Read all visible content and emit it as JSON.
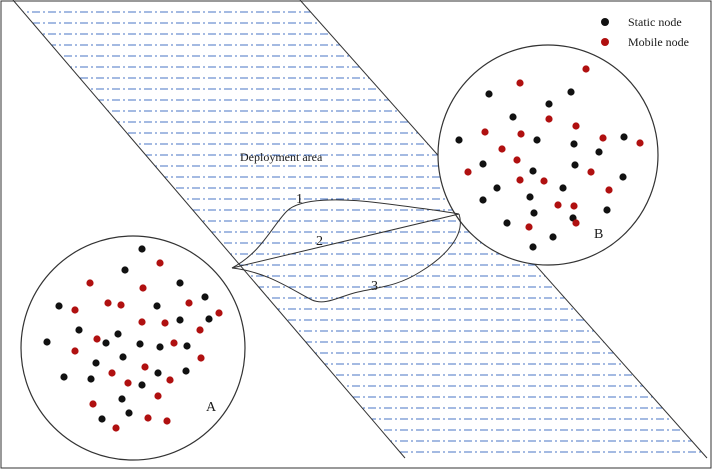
{
  "legend": {
    "static_node_label": "Static node",
    "mobile_node_label": "Mobile node"
  },
  "labels": {
    "deployment_area": "Deployment area",
    "region_a": "A",
    "region_b": "B",
    "path_1": "1",
    "path_2": "2",
    "path_3": "3"
  },
  "colors": {
    "static_node": "#111111",
    "mobile_node": "#b01010",
    "dash_line": "#4a76c4",
    "outline": "#333333"
  },
  "node_types": [
    "static",
    "mobile"
  ],
  "paths": [
    "1",
    "2",
    "3"
  ]
}
